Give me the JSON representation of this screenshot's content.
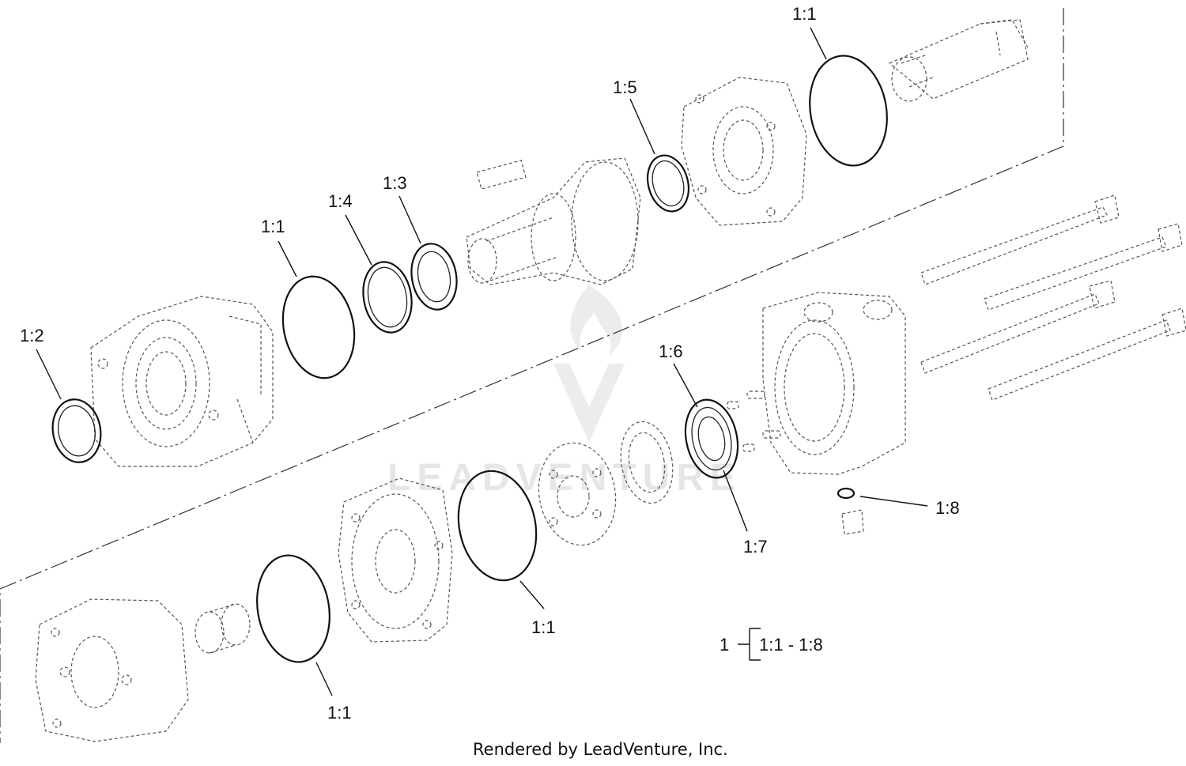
{
  "callouts": {
    "c_top_oring": "1:1",
    "c_seal_15": "1:5",
    "c_oring_left": "1:1",
    "c_washer_14": "1:4",
    "c_seal_13": "1:3",
    "c_seal_12": "1:2",
    "c_seal_16": "1:6",
    "c_seal_17": "1:7",
    "c_oring_18": "1:8",
    "c_oring_mid": "1:1",
    "c_oring_bottom": "1:1"
  },
  "kit_legend": {
    "assembly": "1",
    "range": "1:1 - 1:8"
  },
  "watermark": {
    "brand": "LEADVENTURE"
  },
  "footer": {
    "credit": "Rendered by LeadVenture, Inc."
  }
}
